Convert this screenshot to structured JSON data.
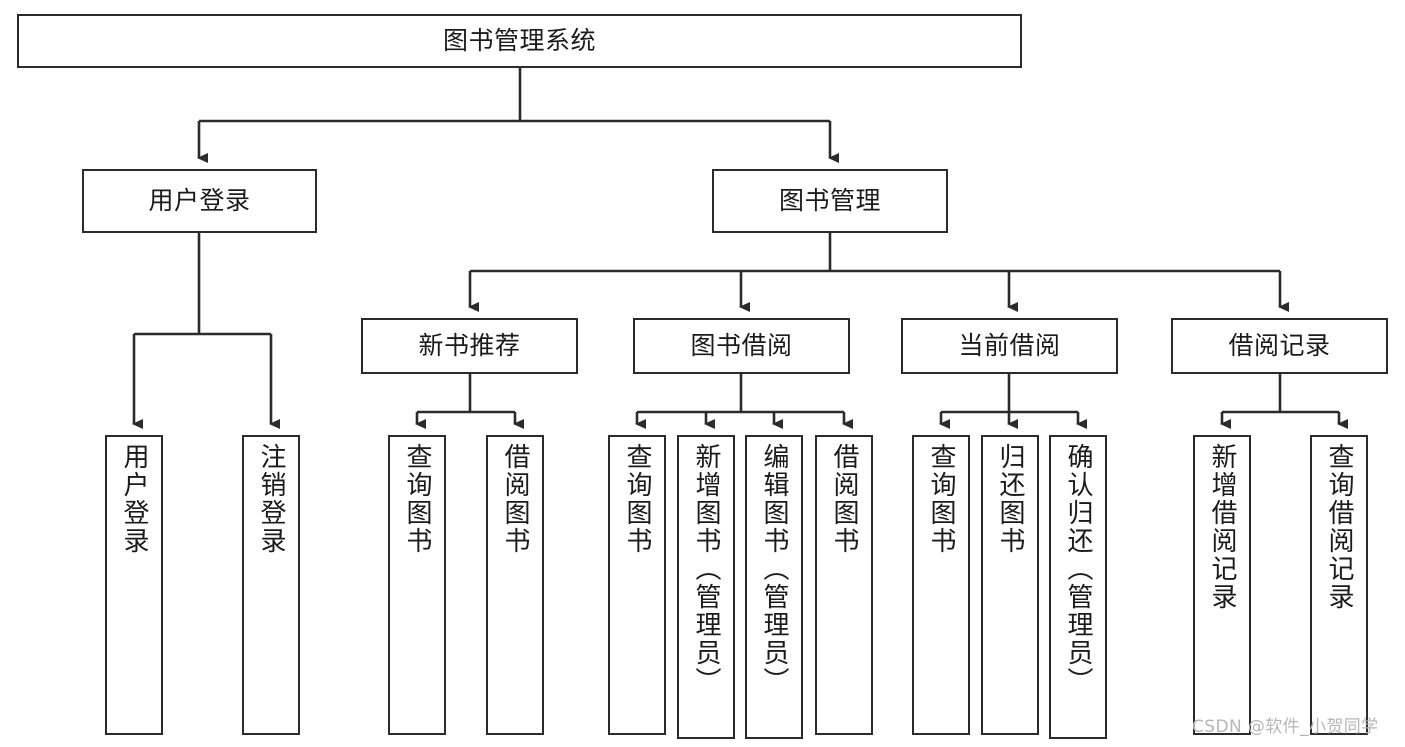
{
  "diagram": {
    "title": "图书管理系统",
    "type": "hierarchy-tree",
    "background_color": "#ffffff",
    "line_color": "#2b2b2b",
    "text_color": "#1b1b1b",
    "levels": 4
  },
  "root": {
    "label": "图书管理系统"
  },
  "level2": [
    {
      "label": "用户登录"
    },
    {
      "label": "图书管理"
    }
  ],
  "level3": [
    {
      "label": "新书推荐"
    },
    {
      "label": "图书借阅"
    },
    {
      "label": "当前借阅"
    },
    {
      "label": "借阅记录"
    }
  ],
  "leaves": {
    "user_login": [
      {
        "label": "用户登录"
      },
      {
        "label": "注销登录"
      }
    ],
    "new_book_recommend": [
      {
        "label": "查询图书"
      },
      {
        "label": "借阅图书"
      }
    ],
    "book_borrow": [
      {
        "label": "查询图书"
      },
      {
        "label": "新增图书（管理员）"
      },
      {
        "label": "编辑图书（管理员）"
      },
      {
        "label": "借阅图书"
      }
    ],
    "current_borrow": [
      {
        "label": "查询图书"
      },
      {
        "label": "归还图书"
      },
      {
        "label": "确认归还（管理员）"
      }
    ],
    "borrow_record": [
      {
        "label": "新增借阅记录"
      },
      {
        "label": "查询借阅记录"
      }
    ]
  },
  "watermark": {
    "text": "CSDN @软件_小贺同学"
  }
}
